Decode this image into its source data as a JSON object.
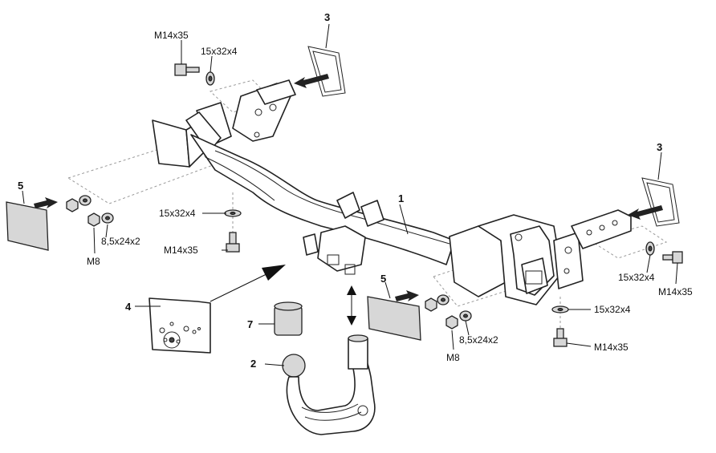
{
  "callouts": {
    "c1": "1",
    "c2": "2",
    "c3": "3",
    "c4": "4",
    "c5": "5",
    "c7": "7"
  },
  "hardware": {
    "bolt": "M14x35",
    "washer": "15x32x4",
    "nut": "M8",
    "small_washer": "8,5x24x2"
  },
  "icons": [
    "bolt-icon",
    "washer-icon",
    "nut-icon",
    "arrow-icon",
    "frame-outline-icon"
  ]
}
